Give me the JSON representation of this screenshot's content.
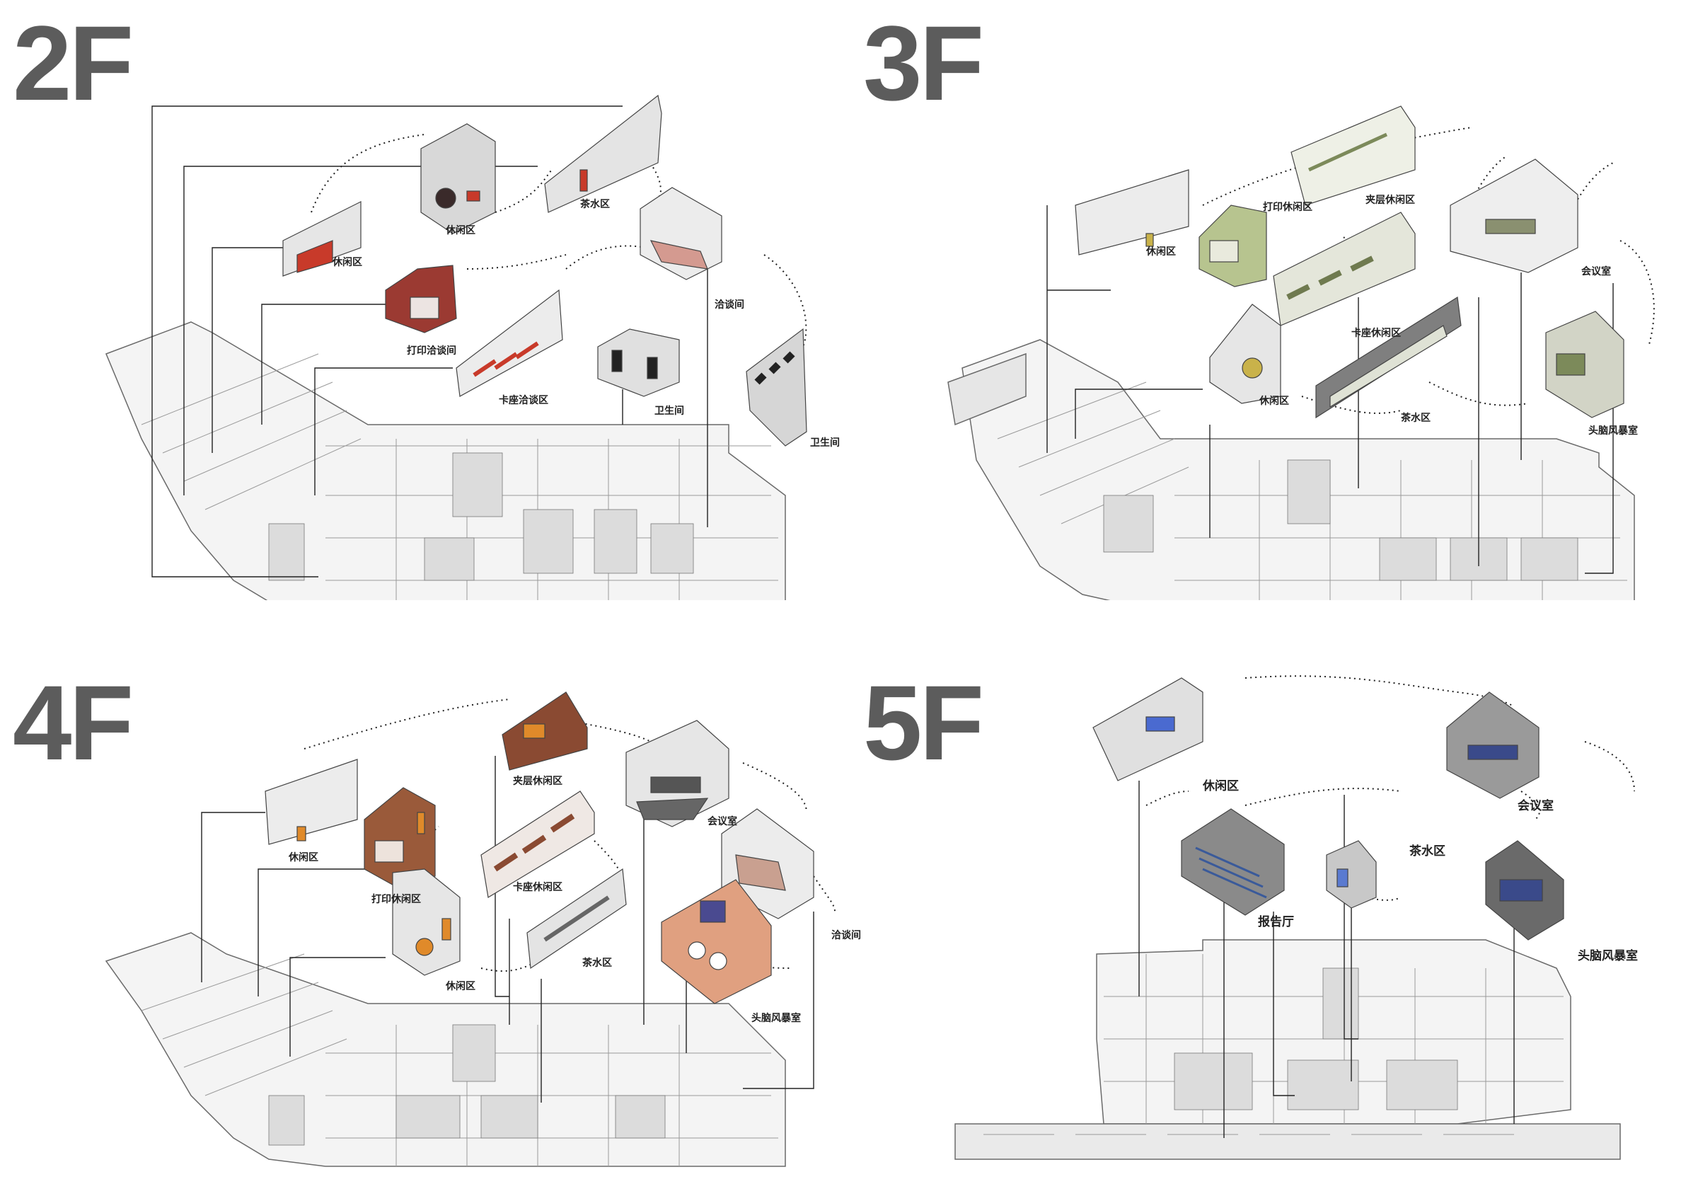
{
  "floors": [
    {
      "title": "2F",
      "rooms": [
        {
          "label": "休闲区",
          "id": "lounge-a",
          "accent": "#c83a2a"
        },
        {
          "label": "休闲区",
          "id": "lounge-b",
          "accent": "#3a2a2a"
        },
        {
          "label": "茶水区",
          "id": "pantry",
          "accent": "#c83a2a"
        },
        {
          "label": "打印洽谈间",
          "id": "print-meeting",
          "accent": "#9b3a32"
        },
        {
          "label": "卡座洽谈区",
          "id": "booth-meeting",
          "accent": "#c83a2a"
        },
        {
          "label": "洽谈间",
          "id": "meeting-room",
          "accent": "#d49a90"
        },
        {
          "label": "卫生间",
          "id": "restroom-a",
          "accent": "#222222"
        },
        {
          "label": "卫生间",
          "id": "restroom-b",
          "accent": "#222222"
        }
      ]
    },
    {
      "title": "3F",
      "rooms": [
        {
          "label": "休闲区",
          "id": "lounge-a",
          "accent": "#c9b24a"
        },
        {
          "label": "打印休闲区",
          "id": "print-lounge",
          "accent": "#8fa36a"
        },
        {
          "label": "夹层休闲区",
          "id": "mezzanine-lounge",
          "accent": "#7c8a5a"
        },
        {
          "label": "卡座休闲区",
          "id": "booth-lounge",
          "accent": "#6f7a4f"
        },
        {
          "label": "会议室",
          "id": "conference",
          "accent": "#8a9070"
        },
        {
          "label": "休闲区",
          "id": "lounge-b",
          "accent": "#c9b24a"
        },
        {
          "label": "茶水区",
          "id": "pantry",
          "accent": "#6f7a4f"
        },
        {
          "label": "头脑风暴室",
          "id": "brainstorm",
          "accent": "#7c8a5a"
        }
      ]
    },
    {
      "title": "4F",
      "rooms": [
        {
          "label": "夹层休闲区",
          "id": "mezzanine-lounge",
          "accent": "#8a4a32"
        },
        {
          "label": "休闲区",
          "id": "lounge-a",
          "accent": "#e08a2a"
        },
        {
          "label": "打印休闲区",
          "id": "print-lounge",
          "accent": "#9a5a3a"
        },
        {
          "label": "卡座休闲区",
          "id": "booth-lounge",
          "accent": "#8a4a32"
        },
        {
          "label": "会议室",
          "id": "conference",
          "accent": "#555555"
        },
        {
          "label": "休闲区",
          "id": "lounge-b",
          "accent": "#e08a2a"
        },
        {
          "label": "茶水区",
          "id": "pantry",
          "accent": "#666666"
        },
        {
          "label": "洽谈间",
          "id": "meeting-room",
          "accent": "#c9a090"
        },
        {
          "label": "头脑风暴室",
          "id": "brainstorm",
          "accent": "#e0a080"
        }
      ]
    },
    {
      "title": "5F",
      "rooms": [
        {
          "label": "休闲区",
          "id": "lounge",
          "accent": "#4a6ad0"
        },
        {
          "label": "会议室",
          "id": "conference",
          "accent": "#3a4a8a"
        },
        {
          "label": "报告厅",
          "id": "auditorium",
          "accent": "#3a5a9a"
        },
        {
          "label": "茶水区",
          "id": "pantry",
          "accent": "#5a7ad0"
        },
        {
          "label": "头脑风暴室",
          "id": "brainstorm",
          "accent": "#3a4a8a"
        }
      ]
    }
  ]
}
